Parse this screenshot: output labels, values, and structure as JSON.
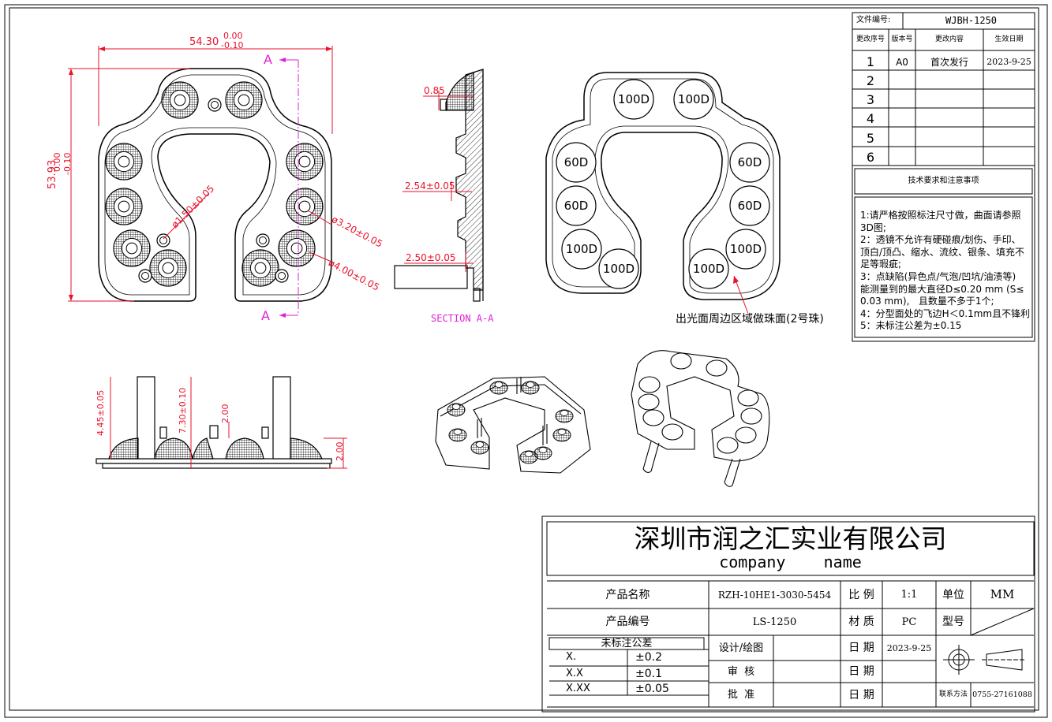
{
  "doc_no": {
    "label": "文件编号:",
    "value": "WJBH-1250"
  },
  "revision": {
    "headers": [
      "更改序号",
      "版本号",
      "更改内容",
      "生效日期"
    ],
    "rows": [
      {
        "no": "1",
        "ver": "A0",
        "content": "首次发行",
        "date": "2023-9-25"
      },
      {
        "no": "2",
        "ver": "",
        "content": "",
        "date": ""
      },
      {
        "no": "3",
        "ver": "",
        "content": "",
        "date": ""
      },
      {
        "no": "4",
        "ver": "",
        "content": "",
        "date": ""
      },
      {
        "no": "5",
        "ver": "",
        "content": "",
        "date": ""
      },
      {
        "no": "6",
        "ver": "",
        "content": "",
        "date": ""
      }
    ]
  },
  "notes": {
    "title": "技术要求和注意事项",
    "lines": [
      "1:请严格按照标注尺寸做，曲面请参照",
      "3D图;",
      "2：透镜不允许有硬碰痕/划伤、手印、",
      "顶白/顶凸、缩水、流纹、银条、填充不",
      "足等瑕疵;",
      "3：点缺陷(异色点/气泡/凹坑/油渍等)",
      "能测量到的最大直径D≤0.20 mm (S≤",
      "0.03 mm),   且数量不多于1个;",
      "4：分型面处的飞边H＜0.1mm且不锋利",
      "5：未标注公差为±0.15"
    ]
  },
  "dims": {
    "width": "54.30",
    "width_tol_upper": "0.00",
    "width_tol_lower": "-0.10",
    "height": "53.93",
    "height_tol_upper": "0.00",
    "height_tol_lower": "-0.10",
    "hole_small": "ø1.50±0.05",
    "hole_mid": "ø3.20±0.05",
    "hole_large": "ø4.00±0.05",
    "sec_085": "0.85",
    "sec_254": "2.54±0.05",
    "sec_250": "2.50±0.05",
    "side_445": "4.45±0.05",
    "side_730": "7.30±0.10",
    "side_200a": "2.00",
    "side_200b": "2.00"
  },
  "section": {
    "marker": "A",
    "title": "SECTION A-A"
  },
  "lens_labels": [
    "100D",
    "100D",
    "60D",
    "60D",
    "60D",
    "60D",
    "100D",
    "100D",
    "100D",
    "100D"
  ],
  "surface_note": "出光面周边区域做珠面(2号珠)",
  "title_block": {
    "company_cn": "深圳市润之汇实业有限公司",
    "company_en": "company    name",
    "product_name_label": "产品名称",
    "product_name": "RZH-10HE1-3030-5454",
    "product_no_label": "产品编号",
    "product_no": "LS-1250",
    "scale_label": "比 例",
    "scale": "1:1",
    "unit_label": "单位",
    "unit": "MM",
    "material_label": "材 质",
    "material": "PC",
    "model_label": "型号",
    "tol_title": "未标注公差",
    "tolerances": [
      {
        "k": "X.",
        "v": "±0.2"
      },
      {
        "k": "X.X",
        "v": "±0.1"
      },
      {
        "k": "X.XX",
        "v": "±0.05"
      }
    ],
    "design_label": "设计/绘图",
    "check_label": "审  核",
    "approve_label": "批  准",
    "date_label": "日 期",
    "date": "2023-9-25",
    "contact_label": "联系方法",
    "contact": "0755-27161088"
  },
  "colors": {
    "dimension": "#e8132c",
    "section": "#e01fd6",
    "line": "#000000"
  }
}
